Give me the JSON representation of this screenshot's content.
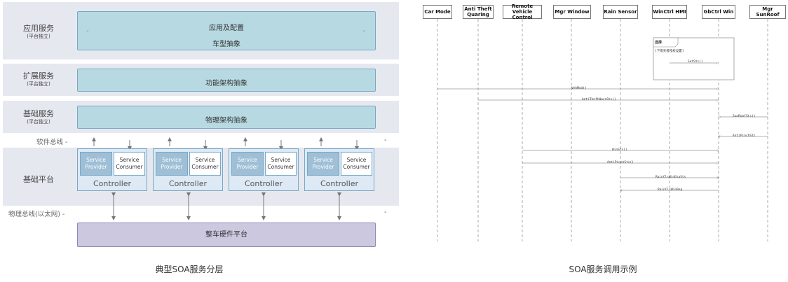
{
  "left": {
    "layers": [
      {
        "name": "应用服务",
        "sub": "(平台独立)"
      },
      {
        "name": "扩展服务",
        "sub": "(平台独立)"
      },
      {
        "name": "基础服务",
        "sub": "(平台独立)"
      },
      {
        "name": "基础平台",
        "sub": ""
      }
    ],
    "app_box": {
      "line1": "应用及配置",
      "line2": "车型抽象",
      "dash_l": "-",
      "dash_r": "-"
    },
    "func_box": "功能架构抽象",
    "phys_box": "物理架构抽象",
    "soft_bus": "软件总线 -",
    "phys_bus": "物理总线(以太网) -",
    "bus_dash": "-",
    "controllers": [
      {
        "provider": "Service Provider",
        "consumer": "Service Consumer",
        "name": "Controller"
      },
      {
        "provider": "Service Provider",
        "consumer": "Service Consumer",
        "name": "Controller"
      },
      {
        "provider": "Service Provider",
        "consumer": "Service Consumer",
        "name": "Controller"
      },
      {
        "provider": "Service Provider",
        "consumer": "Service Consumer",
        "name": "Controller"
      }
    ],
    "hardware": "整车硬件平台",
    "caption": "典型SOA服务分层"
  },
  "right": {
    "participants": [
      "Car Mode",
      "Anti Theft Quaring",
      "Remote Vehicle Control",
      "Mgr Window",
      "Rain Sensor",
      "WinCtrl HMI",
      "GbCtrl Win",
      "Mgr SunRoof"
    ],
    "frame_title": "选择",
    "frame_guard": "[下雨天者授权设置]",
    "messages": [
      "SetSts()",
      "VehMod()",
      "AntiTheftWarnSts()",
      "SunRoofSts()",
      "AntiPinchSts",
      "WinSts()",
      "AntiPinchSts()",
      "RainClsWinEnaSts",
      "RainClsWinReq"
    ],
    "caption": "SOA服务调用示例"
  }
}
